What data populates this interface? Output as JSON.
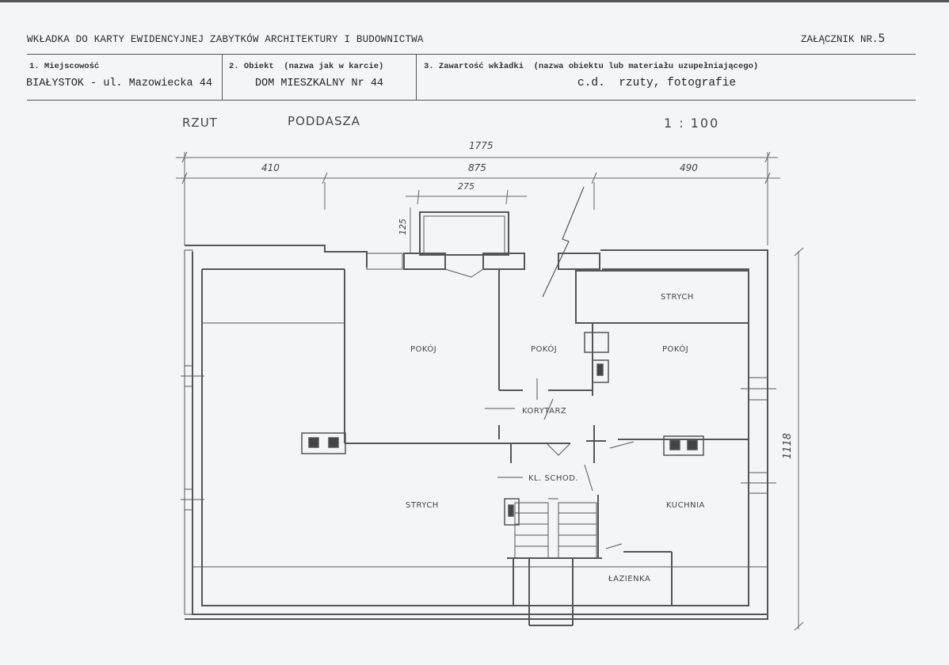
{
  "header": {
    "title": "WKŁADKA DO KARTY EWIDENCYJNEJ ZABYTKÓW ARCHITEKTURY I BUDOWNICTWA",
    "annex_label": "ZAŁĄCZNIK NR.",
    "annex_number": "5"
  },
  "fields": {
    "locality": {
      "label": "1. Miejscowość",
      "value": "BIAŁYSTOK - ul. Mazowiecka 44"
    },
    "object": {
      "label": "2. Obiekt  (nazwa jak w karcie)",
      "value": "DOM MIESZKALNY Nr 44"
    },
    "contents": {
      "label": "3. Zawartość wkładki  (nazwa obiektu lub materiału uzupełniającego)",
      "value": "c.d.  rzuty, fotografie"
    }
  },
  "drawing": {
    "title_left": "RZUT",
    "title_right": "PODDASZA",
    "scale": "1 : 100",
    "dimensions": {
      "total_width": "1775",
      "left_segment": "410",
      "middle_segment": "875",
      "right_segment": "490",
      "bay_width": "275",
      "bay_depth": "125",
      "total_depth": "1118"
    },
    "rooms": {
      "pokoj_1": "POKÓJ",
      "pokoj_2": "POKÓJ",
      "pokoj_3": "POKÓJ",
      "strych_top": "STRYCH",
      "strych_main": "STRYCH",
      "korytarz": "KORYTARZ",
      "klatka": "KL. SCHOD.",
      "kuchnia": "KUCHNIA",
      "lazienka": "ŁAZIENKA"
    }
  }
}
